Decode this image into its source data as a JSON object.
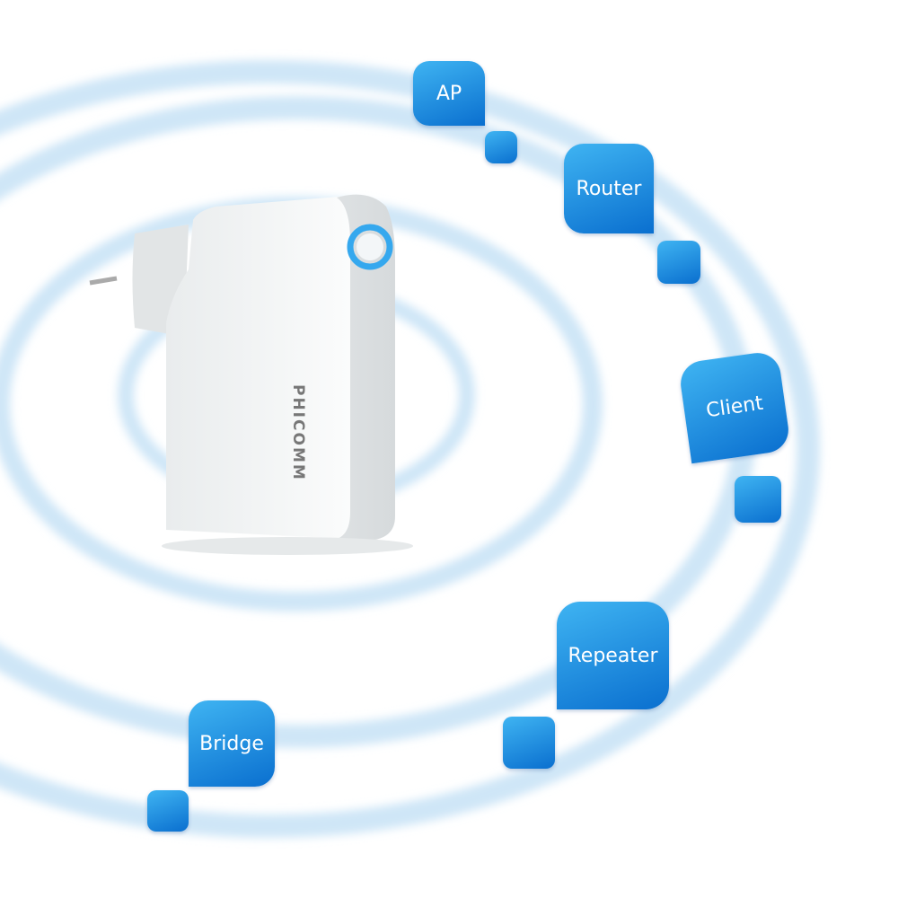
{
  "device": {
    "brand_logo": "PHICOMM"
  },
  "modes": [
    {
      "label": "AP"
    },
    {
      "label": "Router"
    },
    {
      "label": "Client"
    },
    {
      "label": "Repeater"
    },
    {
      "label": "Bridge"
    }
  ],
  "colors": {
    "badge": "#1283dc",
    "rings": "#cfe6f7",
    "indicator": "#35a8ee"
  }
}
